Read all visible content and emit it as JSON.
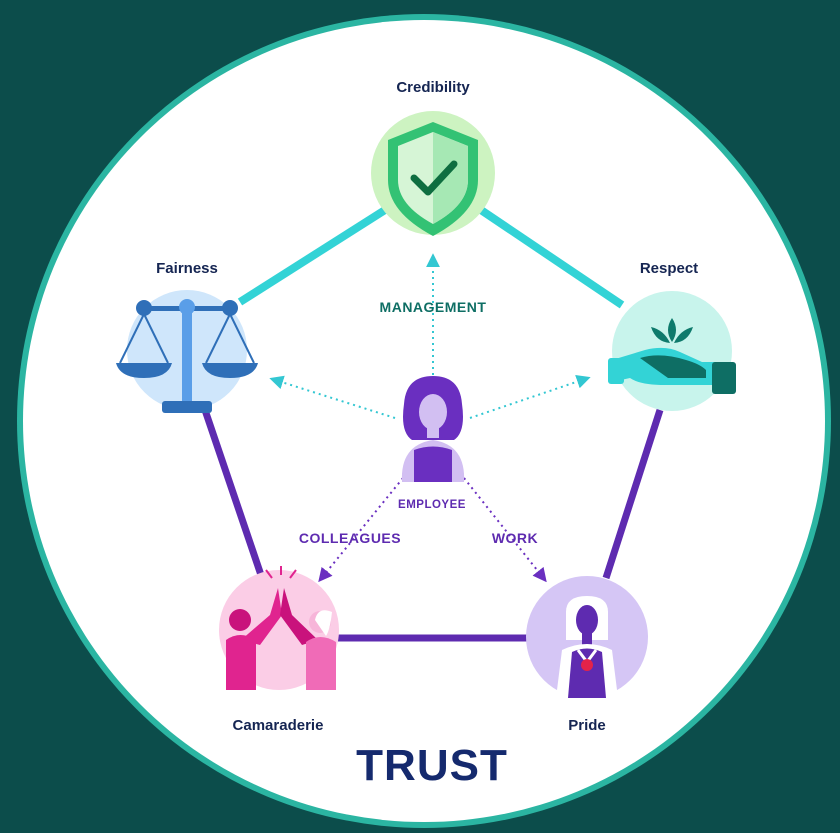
{
  "nodes": {
    "credibility": {
      "label": "Credibility",
      "icon": "shield-check-icon"
    },
    "fairness": {
      "label": "Fairness",
      "icon": "balance-scale-icon"
    },
    "respect": {
      "label": "Respect",
      "icon": "hands-lotus-icon"
    },
    "camaraderie": {
      "label": "Camaraderie",
      "icon": "high-five-icon"
    },
    "pride": {
      "label": "Pride",
      "icon": "medal-person-icon"
    }
  },
  "center": {
    "label": "EMPLOYEE",
    "icon": "employee-icon"
  },
  "relations": {
    "management": "MANAGEMENT",
    "colleagues": "COLLEAGUES",
    "work": "WORK"
  },
  "title": "TRUST",
  "colors": {
    "background": "#0c4d4b",
    "ring": "#2bb5a2",
    "top_edges": "#33d3d6",
    "bottom_edges": "#5e2bb0",
    "management_color": "#0e6e64",
    "relation_color": "#5e2bb0",
    "title_color": "#152a6e"
  }
}
